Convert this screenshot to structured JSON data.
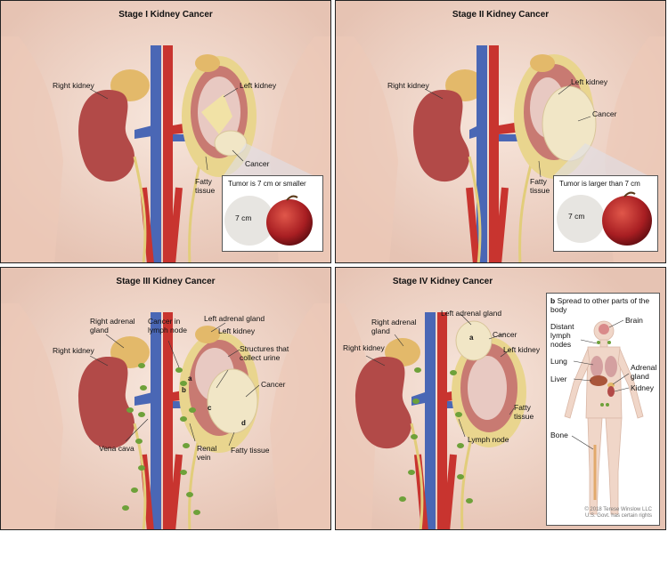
{
  "panels": {
    "stage1": {
      "title": "Stage I Kidney Cancer",
      "labels": {
        "right_kidney": "Right kidney",
        "left_kidney": "Left kidney",
        "cancer": "Cancer",
        "fatty_tissue": "Fatty tissue"
      },
      "inset": {
        "caption": "Tumor is 7 cm or smaller",
        "size": "7 cm"
      }
    },
    "stage2": {
      "title": "Stage II Kidney Cancer",
      "labels": {
        "right_kidney": "Right kidney",
        "left_kidney": "Left kidney",
        "cancer": "Cancer",
        "fatty_tissue": "Fatty tissue"
      },
      "inset": {
        "caption": "Tumor is larger than 7 cm",
        "size": "7 cm"
      }
    },
    "stage3": {
      "title": "Stage III Kidney Cancer",
      "labels": {
        "right_adrenal_gland": "Right adrenal gland",
        "right_kidney": "Right kidney",
        "cancer_in_lymph_node": "Cancer in lymph node",
        "left_adrenal_gland": "Left adrenal gland",
        "left_kidney": "Left kidney",
        "structures_collect_urine": "Structures that collect urine",
        "cancer": "Cancer",
        "vena_cava": "Vena cava",
        "renal_vein": "Renal vein",
        "fatty_tissue": "Fatty tissue"
      },
      "letters": [
        "a",
        "b",
        "c",
        "d"
      ]
    },
    "stage4": {
      "title": "Stage IV Kidney Cancer",
      "labels": {
        "right_adrenal_gland": "Right adrenal gland",
        "right_kidney": "Right kidney",
        "left_adrenal_gland": "Left adrenal gland",
        "cancer": "Cancer",
        "left_kidney": "Left kidney",
        "fatty_tissue": "Fatty tissue",
        "lymph_node": "Lymph node"
      },
      "letter_a": "a",
      "spread": {
        "letter": "b",
        "title": "Spread to other parts of the body",
        "labels": {
          "brain": "Brain",
          "distant_lymph_nodes": "Distant lymph nodes",
          "lung": "Lung",
          "adrenal_gland": "Adrenal gland",
          "liver": "Liver",
          "kidney": "Kidney",
          "bone": "Bone"
        },
        "copyright": "© 2018 Terese Winslow LLC U.S. Govt. has certain rights"
      }
    }
  },
  "colors": {
    "skin": "#f3ddd2",
    "kidney": "#b24a48",
    "vena_cava": "#4a67b5",
    "aorta": "#c8342f",
    "fat": "#e9d58e",
    "tumor": "#f1e6c6",
    "lymph": "#6ea13a"
  }
}
